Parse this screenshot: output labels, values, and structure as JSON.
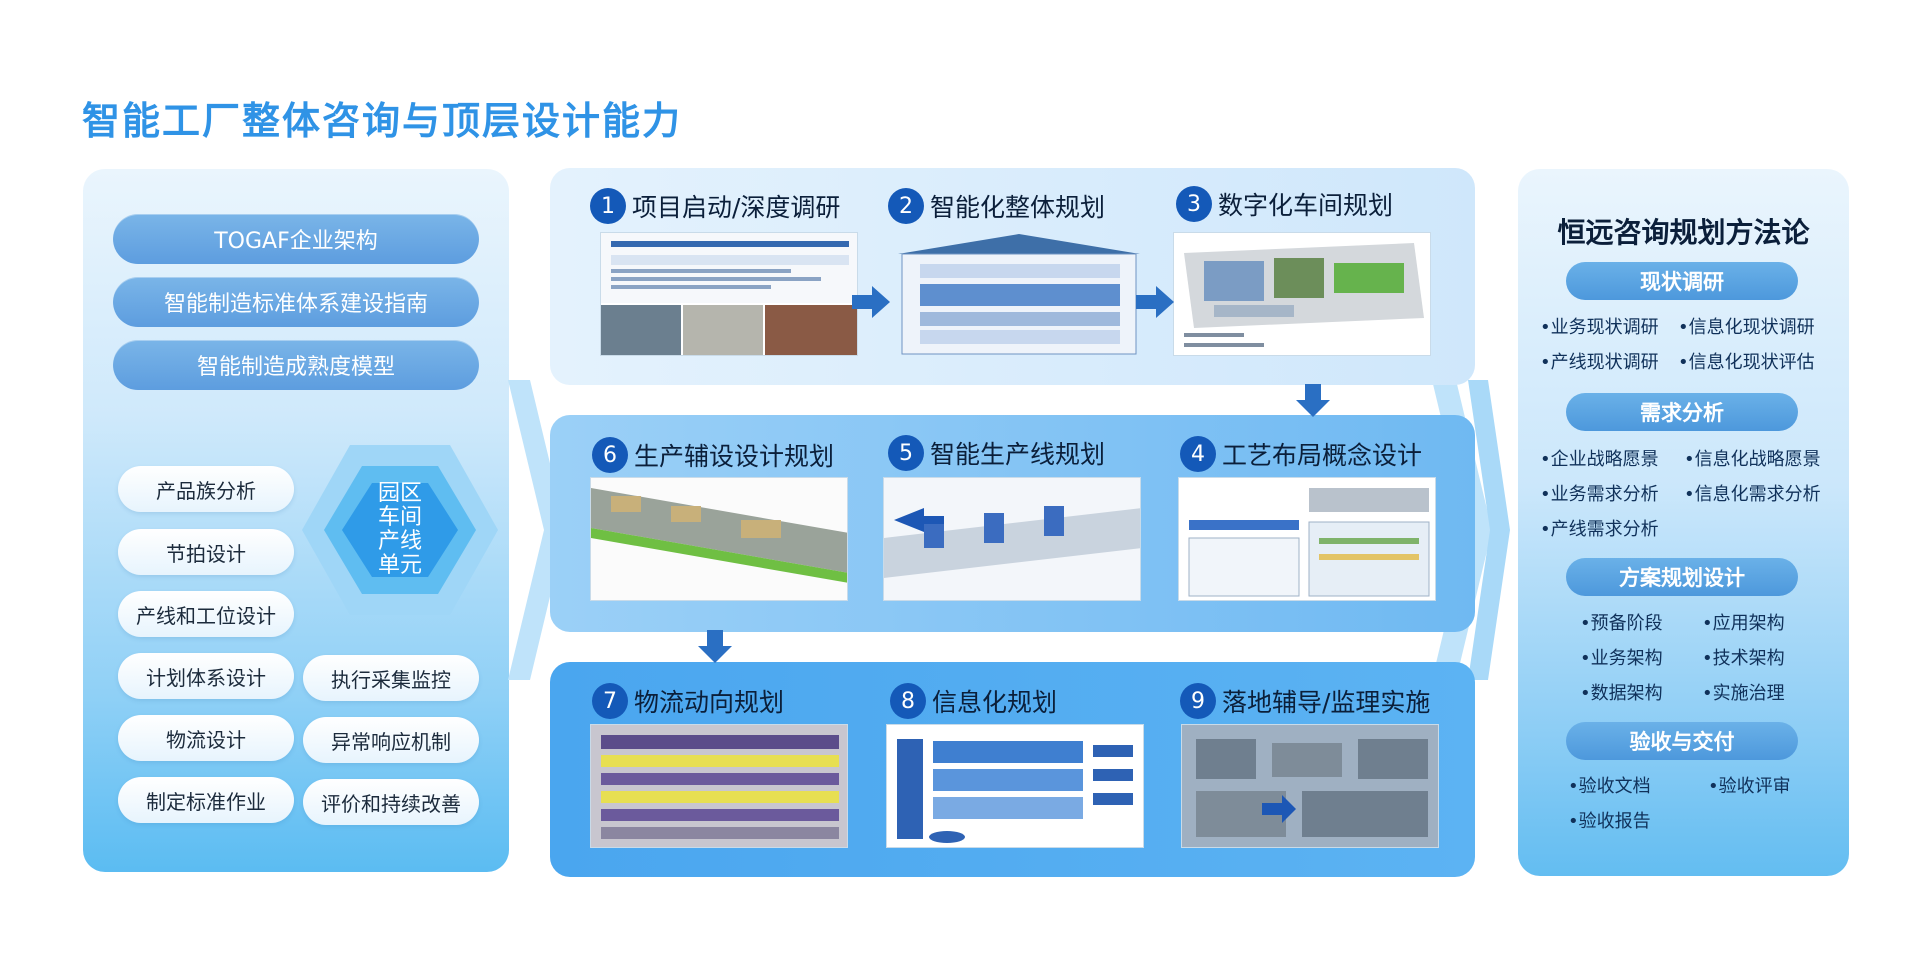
{
  "title": "智能工厂整体咨询与顶层设计能力",
  "left": {
    "standards": [
      "TOGAF企业架构",
      "智能制造标准体系建设指南",
      "智能制造成熟度模型"
    ],
    "hexagon": [
      "园区",
      "车间",
      "产线",
      "单元"
    ],
    "tasks_left": [
      "产品族分析",
      "节拍设计",
      "产线和工位设计",
      "计划体系设计",
      "物流设计",
      "制定标准作业"
    ],
    "tasks_right": [
      "执行采集监控",
      "异常响应机制",
      "评价和持续改善"
    ]
  },
  "steps": [
    {
      "num": "1",
      "label": "项目启动/深度调研"
    },
    {
      "num": "2",
      "label": "智能化整体规划"
    },
    {
      "num": "3",
      "label": "数字化车间规划"
    },
    {
      "num": "6",
      "label": "生产辅设设计规划"
    },
    {
      "num": "5",
      "label": "智能生产线规划"
    },
    {
      "num": "4",
      "label": "工艺布局概念设计"
    },
    {
      "num": "7",
      "label": "物流动向规划"
    },
    {
      "num": "8",
      "label": "信息化规划"
    },
    {
      "num": "9",
      "label": "落地辅导/监理实施"
    }
  ],
  "methodology": {
    "title": "恒远咨询规划方法论",
    "phases": [
      {
        "label": "现状调研",
        "items": [
          "•业务现状调研",
          "•信息化现状调研",
          "•产线现状调研",
          "•信息化现状评估"
        ]
      },
      {
        "label": "需求分析",
        "items": [
          "•企业战略愿景",
          "•信息化战略愿景",
          "•业务需求分析",
          "•信息化需求分析",
          "•产线需求分析"
        ]
      },
      {
        "label": "方案规划设计",
        "items": [
          "•预备阶段",
          "•应用架构",
          "•业务架构",
          "•技术架构",
          "•数据架构",
          "•实施治理"
        ]
      },
      {
        "label": "验收与交付",
        "items": [
          "•验收文档",
          "•验收评审",
          "•验收报告"
        ]
      }
    ]
  },
  "colors": {
    "title": "#2f93e6",
    "step_badge": "#1459b8",
    "arrow": "#2a6fc3"
  }
}
